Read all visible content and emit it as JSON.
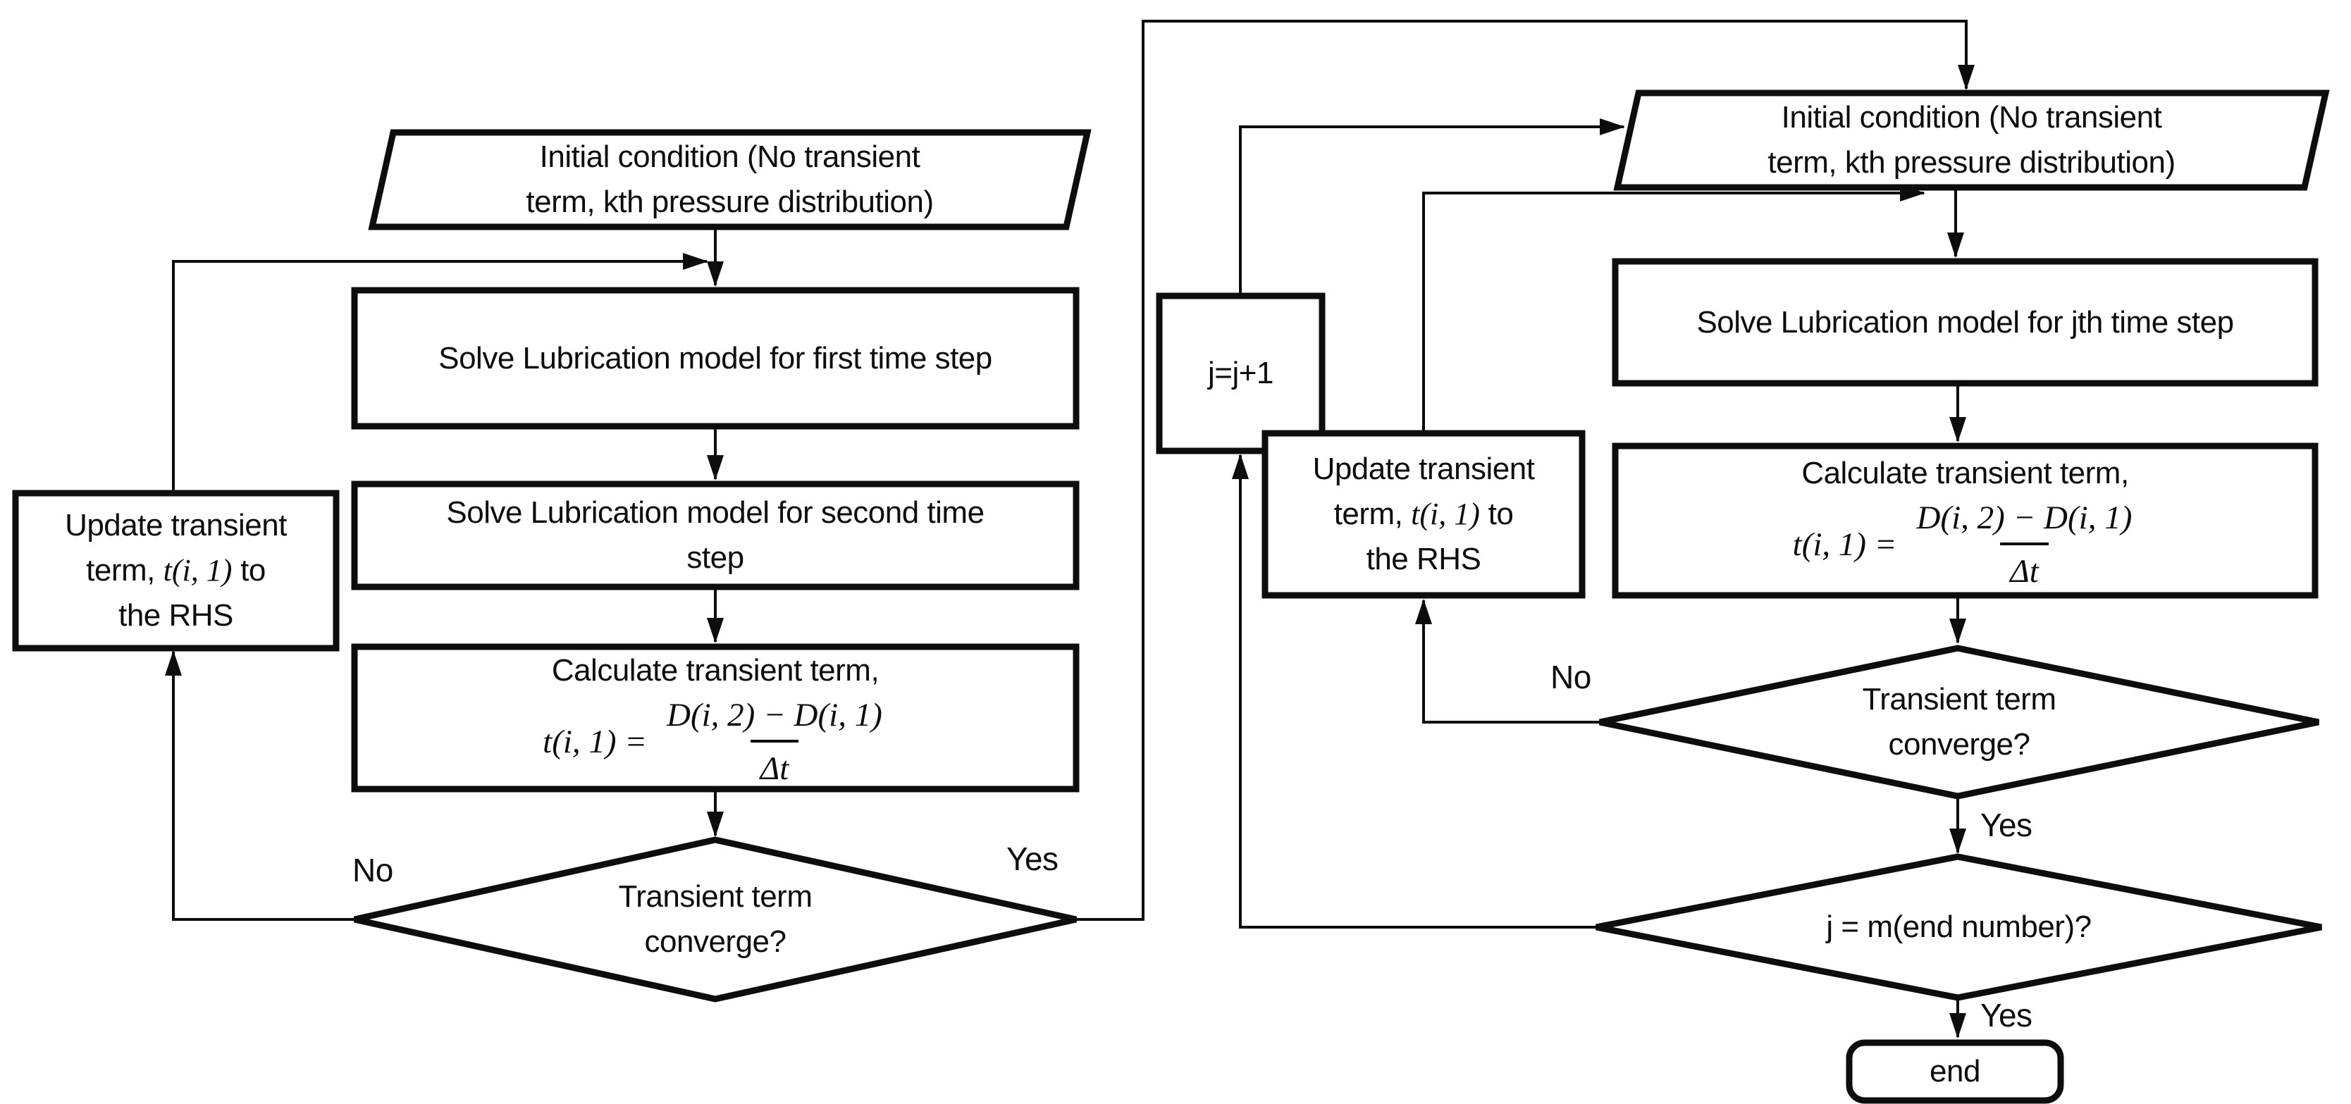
{
  "colors": {
    "stroke": "#0d0d0d",
    "background": "#ffffff"
  },
  "diagram": {
    "left": {
      "initial": {
        "line1": "Initial condition (No transient",
        "line2": "term, kth pressure distribution)"
      },
      "solve_first": {
        "line1": "Solve Lubrication model for first time step"
      },
      "solve_second": {
        "line1": "Solve Lubrication model for second time",
        "line2": "step"
      },
      "calc": {
        "title": "Calculate transient term,",
        "formula": {
          "lhs": "t(i, 1) =",
          "numerator": "D(i, 2) − D(i, 1)",
          "denominator": "Δt"
        }
      },
      "update": {
        "line1": "Update transient",
        "line2_pre": "term, ",
        "line2_math": "t(i, 1)",
        "line2_post": " to",
        "line3": "the RHS"
      },
      "converge": {
        "line1": "Transient term",
        "line2": "converge?"
      },
      "no_label": "No",
      "yes_label": "Yes"
    },
    "right": {
      "initial": {
        "line1": "Initial condition (No transient",
        "line2": "term, kth pressure distribution)"
      },
      "increment": {
        "text": "j=j+1"
      },
      "solve_jth": {
        "line1": "Solve Lubrication model for jth time step"
      },
      "calc": {
        "title": "Calculate transient term,",
        "formula": {
          "lhs": "t(i, 1) =",
          "numerator": "D(i, 2) − D(i, 1)",
          "denominator": "Δt"
        }
      },
      "update": {
        "line1": "Update transient",
        "line2_pre": "term, ",
        "line2_math": "t(i, 1)",
        "line2_post": " to",
        "line3": "the RHS"
      },
      "converge": {
        "line1": "Transient term",
        "line2": "converge?"
      },
      "end_check": {
        "text": "j = m(end number)?"
      },
      "terminator": {
        "text": "end"
      },
      "no_label": "No",
      "yes_label": "Yes",
      "end_yes_label": "Yes"
    }
  }
}
